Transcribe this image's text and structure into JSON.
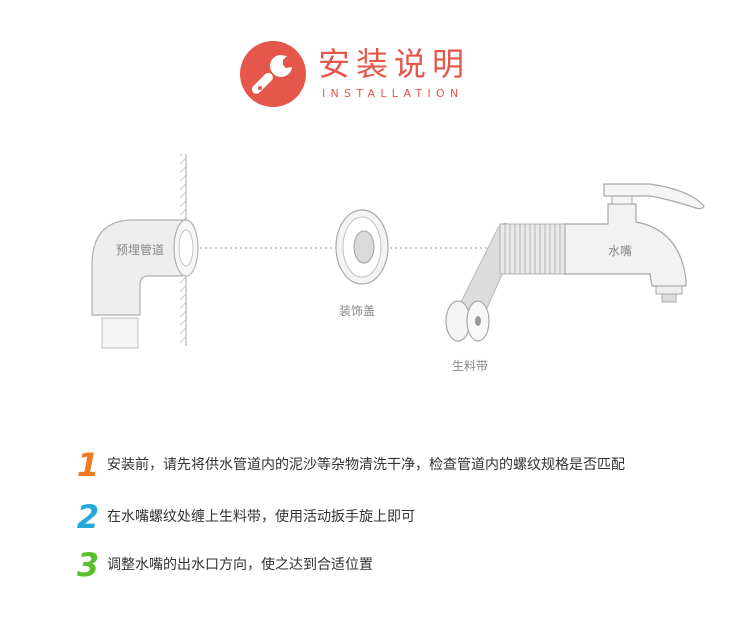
{
  "header": {
    "title_cn": "安装说明",
    "title_en": "INSTALLATION",
    "icon": "wrench-icon",
    "accent_color": "#e5564b"
  },
  "diagram": {
    "label_pipe": "预埋管道",
    "label_cover": "装饰盖",
    "label_tape": "生料带",
    "label_faucet": "水嘴"
  },
  "steps": [
    {
      "number": "1",
      "color": "#f07a1d",
      "text": "安装前，请先将供水管道内的泥沙等杂物清洗干净，检查管道内的螺纹规格是否匹配"
    },
    {
      "number": "2",
      "color": "#29a8e0",
      "text": "在水嘴螺纹处缠上生料带，使用活动扳手旋上即可"
    },
    {
      "number": "3",
      "color": "#5bc12b",
      "text": "调整水嘴的出水口方向，使之达到合适位置"
    }
  ]
}
